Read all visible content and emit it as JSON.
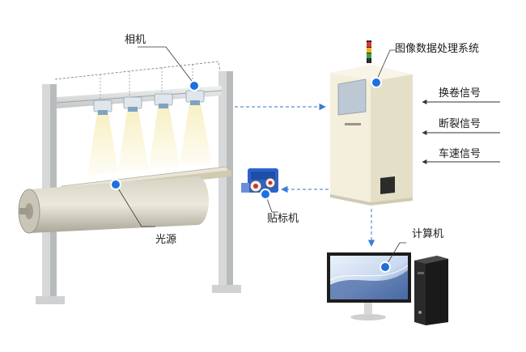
{
  "labels": {
    "camera": "相机",
    "image_system": "图像数据处理系统",
    "signal_change_roll": "换卷信号",
    "signal_break": "断裂信号",
    "signal_speed": "车速信号",
    "labeler": "贴标机",
    "light_source": "光源",
    "computer": "计算机"
  },
  "colors": {
    "marker": "#1f6fe0",
    "arrow": "#3a7bd5",
    "cabinet": "#f3efdc",
    "frame": "#d2d5d6",
    "roller": "#bfbdb0"
  },
  "icons": [
    "camera-icon",
    "cabinet-icon",
    "labeler-icon",
    "computer-icon",
    "marker-dot-icon"
  ]
}
